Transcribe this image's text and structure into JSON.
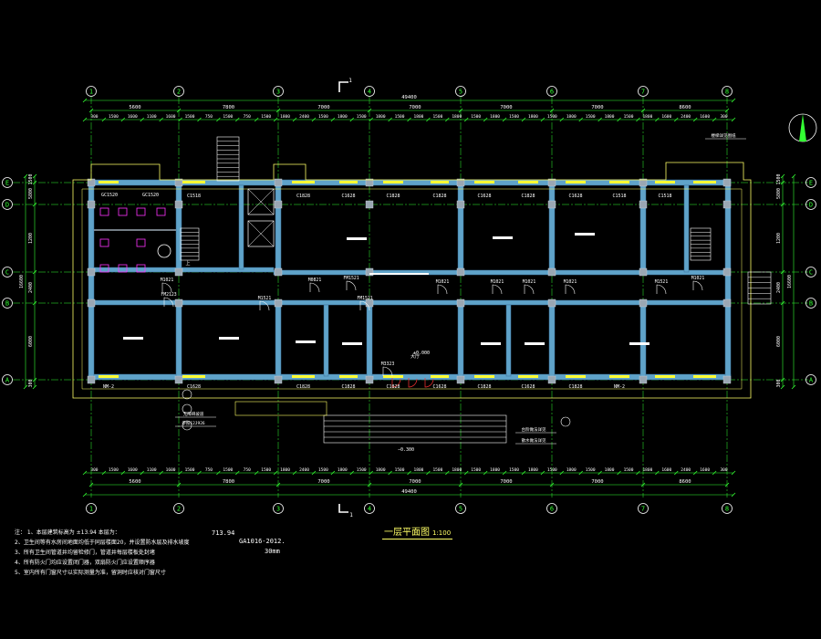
{
  "colors": {
    "background": "#000000",
    "axis_green": "#33ff33",
    "axis_circle": "#ffffff",
    "wall_fill": "#5fa3c9",
    "wall_line": "#3a6f9a",
    "window_yellow": "#ffff33",
    "room_label_white": "#ffffff",
    "column_gray": "#9aa7b3",
    "door_red": "#ff3333",
    "toilet_magenta": "#ff33ff"
  },
  "axes_vertical": [
    "1",
    "2",
    "3",
    "4",
    "5",
    "6",
    "7",
    "8"
  ],
  "axes_horizontal": [
    "E",
    "D",
    "C",
    "B",
    "A"
  ],
  "dims": {
    "total": "49400",
    "top_spans": [
      "5600",
      "7800",
      "7000",
      "7000",
      "7000",
      "7000",
      "8600"
    ],
    "bottom_spans": [
      "5600",
      "7800",
      "7000",
      "7000",
      "7000",
      "7000",
      "8600"
    ],
    "top_detail": [
      "300",
      "1500",
      "1600",
      "1100",
      "1600",
      "1500",
      "750",
      "1500",
      "750",
      "1500",
      "1800",
      "2400",
      "1500",
      "1800",
      "1500",
      "1800",
      "1500",
      "1800",
      "1500",
      "1800",
      "1500",
      "1800",
      "1500",
      "1800",
      "1500",
      "1800",
      "1500",
      "1800",
      "1500",
      "1800",
      "1600",
      "2400",
      "1600",
      "300"
    ],
    "left_spans": [
      "1500",
      "5800",
      "1200",
      "2400",
      "6000",
      "300"
    ],
    "left_total": "16600"
  },
  "windows": {
    "top": [
      "C1518",
      "C1828",
      "C1628",
      "C1828",
      "C1828",
      "C1628",
      "C1828",
      "C1628",
      "C1518",
      "C1518"
    ],
    "bottom": [
      "NM-2",
      "C1628",
      "C1828",
      "C1828",
      "C1828",
      "C1628",
      "C1828",
      "C1628",
      "C1828",
      "NM-2"
    ],
    "top_left": [
      "GC1520",
      "GC1520"
    ]
  },
  "doors": [
    "M1021",
    "M0821",
    "FM1521",
    "M1021",
    "M1021",
    "M1021",
    "M1021",
    "M1521",
    "M1021",
    "FM2123",
    "M1521",
    "FM1521",
    "M3323"
  ],
  "rooms": {
    "hall": "大厅",
    "elevation": "±0.000",
    "outdoor": "−0.300",
    "stair_label": "上"
  },
  "section_marks": {
    "top": "1",
    "bottom": "1"
  },
  "callouts": [
    "楼梯详见图纸",
    "无障碍坡道",
    "参照12J926",
    "台阶做法详见",
    "散水做法详见"
  ],
  "drawing_title": "一层平面图",
  "drawing_scale": "1:100",
  "notes": [
    "注： 1、本层建筑标高为        ±13.94    本层为：",
    "    2、卫生间等有水房间地面均低于同层楼面20，并设置防水层及排水坡度",
    "    3、所有卫生间管道井均留检修门，管道井每层楼板处封堵",
    "    4、所有防火门均应设置闭门器，双扇防火门应设置顺序器",
    "    5、室内所有门窗尺寸以实际测量为准，留洞时应核对门窗尺寸"
  ],
  "standard_ref": "GA1016-2012.",
  "spec1": "713.94",
  "spec2": "30mm"
}
